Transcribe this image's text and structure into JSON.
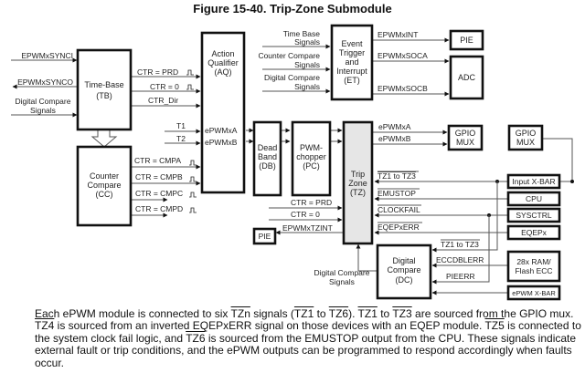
{
  "title": "Figure 15-40. Trip-Zone Submodule",
  "blocks": {
    "tb": [
      "Time-Base",
      "(TB)"
    ],
    "cc": [
      "Counter",
      "Compare",
      "(CC)"
    ],
    "aq": [
      "Action",
      "Qualifier",
      "(AQ)"
    ],
    "et": [
      "Event",
      "Trigger",
      "and",
      "Interrupt",
      "(ET)"
    ],
    "db": [
      "Dead",
      "Band",
      "(DB)"
    ],
    "pc": [
      "PWM-",
      "chopper",
      "(PC)"
    ],
    "tz": [
      "Trip",
      "Zone",
      "(TZ)"
    ],
    "dc": [
      "Digital",
      "Compare",
      "(DC)"
    ],
    "pie_top": "PIE",
    "adc": "ADC",
    "gpio_mux_out": [
      "GPIO",
      "MUX"
    ],
    "gpio_mux_in": [
      "GPIO",
      "MUX"
    ],
    "input_xbar": "Input X-BAR",
    "cpu": "CPU",
    "sysctrl": "SYSCTRL",
    "eqepx": "EQEPx",
    "ram_ecc": [
      "28x RAM/",
      "Flash ECC"
    ],
    "epwm_xbar": "ePWM X-BAR",
    "pie_bottom": "PIE"
  },
  "signals": {
    "syncin": "EPWMxSYNCI",
    "syncout": "EPWMxSYNCO",
    "dc_signals_tb": [
      "Digital Compare",
      "Signals"
    ],
    "ctr_prd": "CTR = PRD",
    "ctr_zero": "CTR = 0",
    "ctr_dir": "CTR_Dir",
    "t1": "T1",
    "t2": "T2",
    "epwmxa": "ePWMxA",
    "epwmxb": "ePWMxB",
    "ctr_cmpa": "CTR = CMPA",
    "ctr_cmpb": "CTR = CMPB",
    "ctr_cmpc": "CTR = CMPC",
    "ctr_cmpd": "CTR = CMPD",
    "et_tb": [
      "Time Base",
      "Signals"
    ],
    "et_cc": [
      "Counter Compare",
      "Signals"
    ],
    "et_dc": [
      "Digital Compare",
      "Signals"
    ],
    "epwmxint": "EPWMxINT",
    "epwmxsoca": "EPWMxSOCA",
    "epwmxsocb": "EPWMxSOCB",
    "out_a": "ePWMxA",
    "out_b": "ePWMxB",
    "tz1_tz3": "TZ1 to TZ3",
    "emustop": "EMUSTOP",
    "clockfail": "CLOCKFAIL",
    "eqepxerr": "EQEPxERR",
    "tz_ctr_prd": "CTR = PRD",
    "tz_ctr_zero": "CTR = 0",
    "epwmxtzint": "EPWMxTZINT",
    "dc_tz1_tz3": "TZ1 to TZ3",
    "eccdblerr": "ECCDBLERR",
    "pieerr": "PIEERR",
    "dc_signals": [
      "Digital Compare",
      "Signals"
    ]
  },
  "description": {
    "p1": "Each ePWM module is connected to six ",
    "tzn": "TZn",
    "p2": " signals (",
    "tz1a": "TZ1",
    "p3": " to ",
    "tz6a": "TZ6",
    "p4": "). ",
    "tz1b": "TZ1",
    "p5": " to ",
    "tz3": "TZ3",
    "p6": " are sourced from the GPIO mux. ",
    "tz4": "TZ4",
    "p7": " is sourced from an inverted EQEPxERR signal on those devices with an EQEP module. ",
    "tz5": "TZ5",
    "p8": " is connected to the system clock fail logic, and ",
    "tz6b": "TZ6",
    "p9": " is sourced from the EMUSTOP output from the CPU. These signals indicate external fault or trip conditions, and the ePWM outputs can be programmed to respond accordingly when faults occur."
  }
}
